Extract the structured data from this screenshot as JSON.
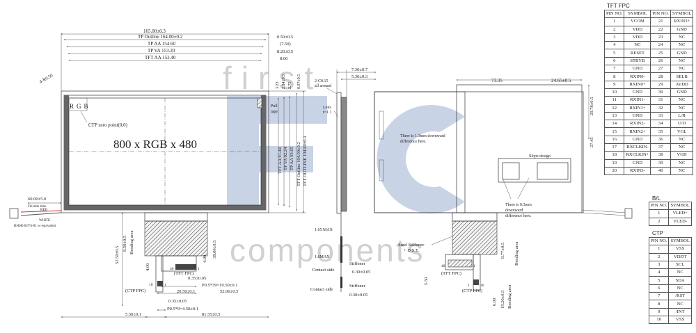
{
  "watermark": {
    "brand": "FC",
    "word_top": "first",
    "word_bottom": "components"
  },
  "front_view": {
    "dims_top": [
      "165.00±0.3",
      "TP Outline 164.00±0.2",
      "TP AA 154.60",
      "TP VA 153.20",
      "TFT AA 152.40"
    ],
    "dims_top_right": [
      "0.50±0.5",
      "(7.50)",
      "8.20±0.5",
      "8.60"
    ],
    "dims_right_small": [
      "3.23",
      "2.84±0.5",
      "2.75",
      "0.07±0.5"
    ],
    "dims_right_vertical": [
      "TFT AA 91.44",
      "TP VA 92.24",
      "TP AA 93.65",
      "TFT Outline 104.00±0.2",
      "TFT OUTLINE 104.60±0.3"
    ],
    "corner_radius": "4-R0.50",
    "rgb_label": "RGB",
    "resolution": "800 x RGB x 480",
    "ctp_zero": "CTP zero point(0,0)",
    "pull_tape": [
      "Pull",
      "tape"
    ],
    "cable_dim": "60.00±5.0",
    "flexible_tube": "Flexible tube",
    "red": "RED",
    "white": "WHITE",
    "connector": "BHSR-02VS-01 or equivalent",
    "fpc_vertical": [
      "52.50±0.5",
      "8.50±0.5",
      "Bending area",
      "38.00±0.5",
      "4.00",
      "4.00"
    ],
    "ctp_fpc": "(CTP FPC)",
    "tft_fpc": "(TFT FPC)",
    "pin40": "40",
    "pin1": "1",
    "pin10": "10",
    "pin1b": "1",
    "bottom_dims": [
      "0.35±0.05",
      "P0.5*39=19.50±0.1",
      "20.50±0.1",
      "52.00±0.5",
      "0.35±0.05",
      "P0.5*9=4.50±0.1",
      "5.50±0.1",
      "81.55±0.5"
    ]
  },
  "side_view": {
    "dims_top": [
      "7.30±0.7",
      "5.30±0.3"
    ],
    "chamfer": [
      "2-C0.15",
      "all around"
    ],
    "lens": [
      "Lens",
      "t=1.1"
    ],
    "thickness": [
      "1.65 MAX",
      "1.6MAX"
    ],
    "labels": [
      "Contact side",
      "Stiffener",
      "Contact side",
      "Stiffener"
    ],
    "dims_bottom": [
      "0.30±0.05",
      "0.30±0.05"
    ]
  },
  "back_view": {
    "dims_top": [
      "73.35",
      "24.65±0.5"
    ],
    "dims_right": [
      "20.78±0.5",
      "27.45"
    ],
    "notes": [
      "There is 1.3mm downward",
      "difference here.",
      "Slope design",
      "There is 0.3mm",
      "downward",
      "difference here."
    ],
    "stiffener": [
      "Steel Stiffener",
      "+ D.S.T."
    ],
    "fpc_dims": [
      "8.77±0.5",
      "Bending area",
      "5.50",
      "6.00",
      "19.20±0.5",
      "Bending area"
    ],
    "tft_fpc": "(TFT FPC)",
    "ctp_fpc": "(CTP FPC)",
    "pin40": "40",
    "pin1": "1",
    "pin1b": "1",
    "pin10": "10"
  },
  "tft_fpc_table": {
    "title": "TFT FPC",
    "headers": [
      "PIN NO.",
      "SYMBOL",
      "PIN NO.",
      "SYMBOL"
    ],
    "rows": [
      [
        "1",
        "VCOM",
        "21",
        "RXIN3+"
      ],
      [
        "2",
        "VDD",
        "22",
        "GND"
      ],
      [
        "3",
        "VDD",
        "23",
        "NC"
      ],
      [
        "4",
        "NC",
        "24",
        "NC"
      ],
      [
        "5",
        "RESET",
        "25",
        "GND"
      ],
      [
        "6",
        "STBYB",
        "26",
        "NC"
      ],
      [
        "7",
        "GND",
        "27",
        "NC"
      ],
      [
        "8",
        "RXIN0-",
        "28",
        "SELB"
      ],
      [
        "9",
        "RXIN0+",
        "29",
        "AVDD"
      ],
      [
        "10",
        "GND",
        "30",
        "GND"
      ],
      [
        "11",
        "RXIN1-",
        "31",
        "NC"
      ],
      [
        "12",
        "RXIN1+",
        "32",
        "NC"
      ],
      [
        "13",
        "GND",
        "33",
        "L/R"
      ],
      [
        "14",
        "RXIN2-",
        "34",
        "U/D"
      ],
      [
        "15",
        "RXIN2+",
        "35",
        "VGL"
      ],
      [
        "16",
        "GND",
        "36",
        "NC"
      ],
      [
        "17",
        "RXCLKIN-",
        "37",
        "NC"
      ],
      [
        "18",
        "RXCLKIN+",
        "38",
        "VGH"
      ],
      [
        "19",
        "GND",
        "39",
        "NC"
      ],
      [
        "20",
        "RXIN3-",
        "40",
        "NC"
      ]
    ]
  },
  "bl_table": {
    "title": "B/L",
    "headers": [
      "PIN NO.",
      "SYMBOL"
    ],
    "rows": [
      [
        "1",
        "VLED+"
      ],
      [
        "2",
        "VLED-"
      ]
    ]
  },
  "ctp_table": {
    "title": "CTP",
    "headers": [
      "PIN NO.",
      "SYMBOL"
    ],
    "rows": [
      [
        "1",
        "VSS"
      ],
      [
        "2",
        "VDDT"
      ],
      [
        "3",
        "SCL"
      ],
      [
        "4",
        "NC"
      ],
      [
        "5",
        "SDA"
      ],
      [
        "6",
        "NC"
      ],
      [
        "7",
        "/RST"
      ],
      [
        "8",
        "NC"
      ],
      [
        "9",
        "/INT"
      ],
      [
        "10",
        "VSS"
      ]
    ]
  }
}
